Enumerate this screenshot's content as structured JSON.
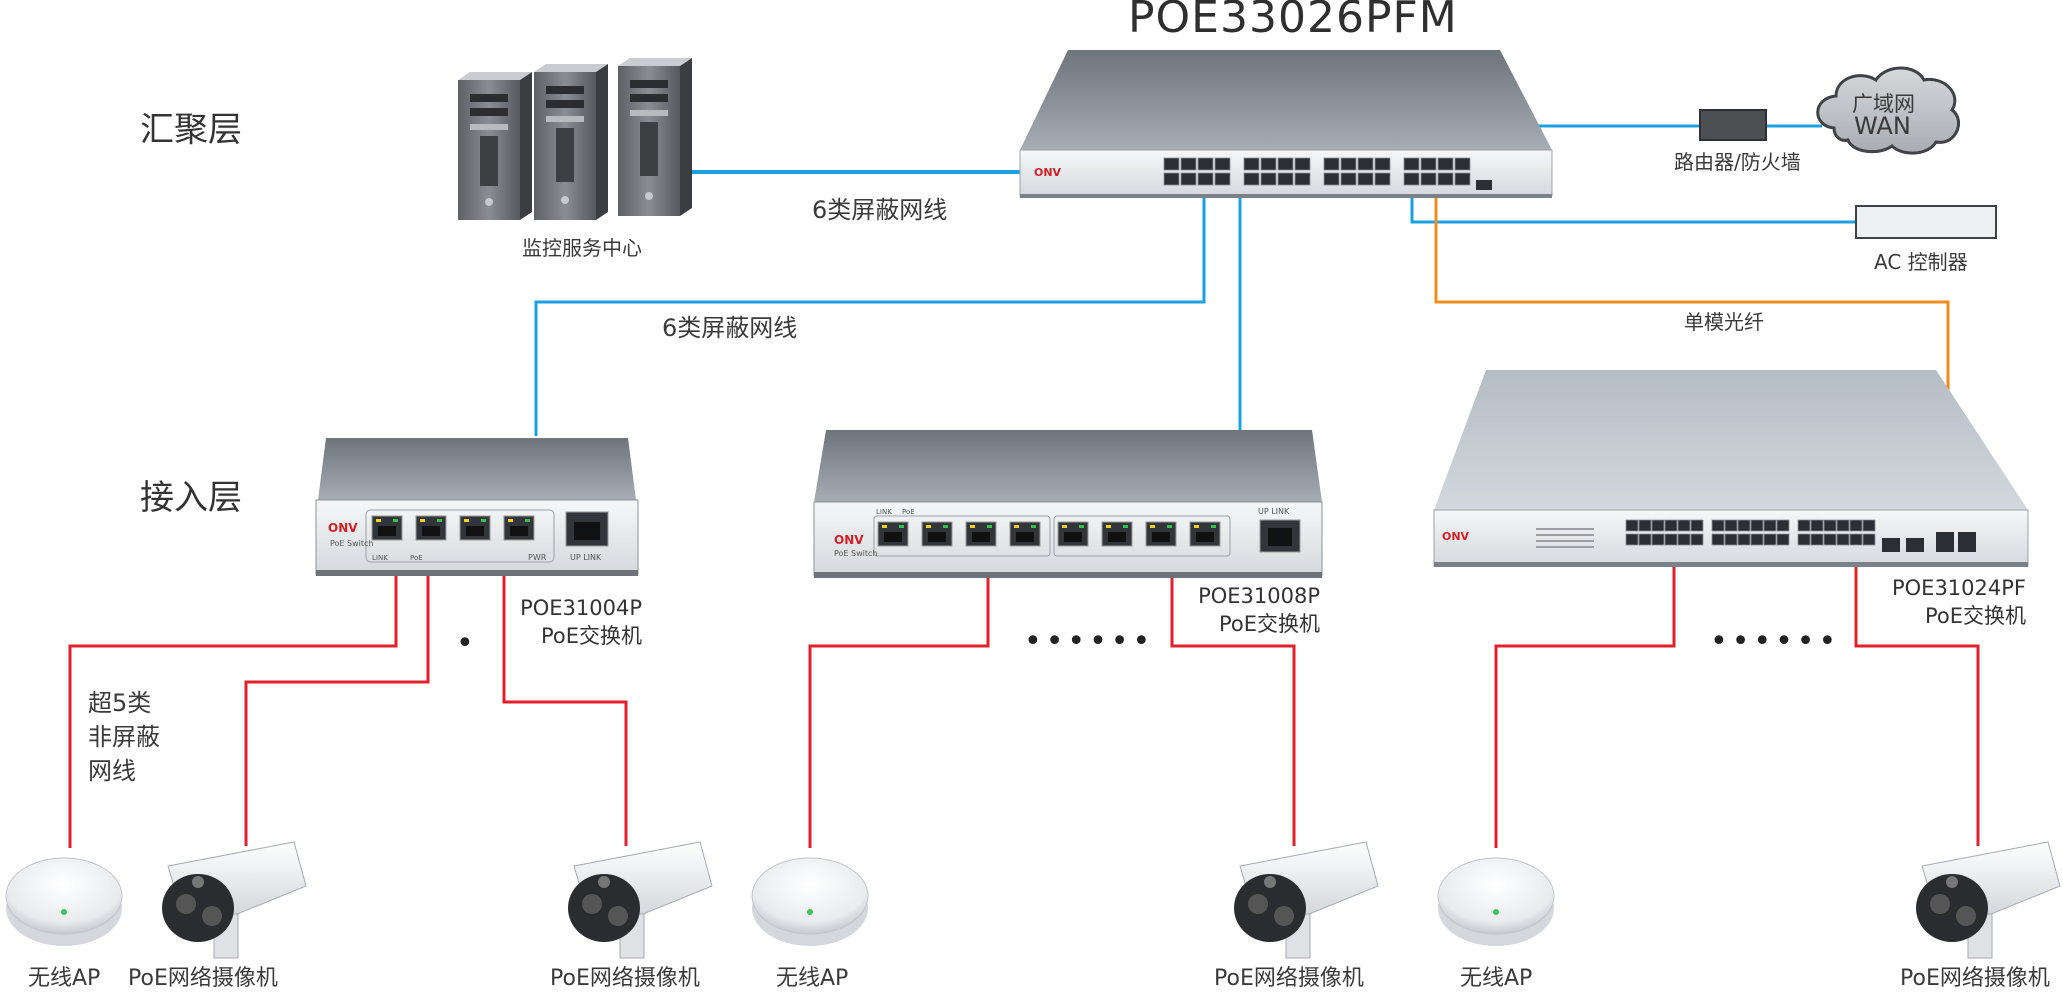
{
  "colors": {
    "fiber": "#f08c1e",
    "shielded_cable": "#1ba1e2",
    "unshielded_cable": "#e0202a",
    "switch_body": "#8e949c",
    "switch_front": "#eef0f2"
  },
  "core": {
    "title": "POE33026PFM",
    "brand": "ONV",
    "server_label": "监控服务中心",
    "cable_server_label": "6类屏蔽网线",
    "cable_access_label": "6类屏蔽网线",
    "router_label": "路由器/防火墙",
    "wan_line1": "广域网",
    "wan_line2": "WAN",
    "ac_label": "AC 控制器",
    "fiber_label": "单模光纤"
  },
  "layers": {
    "aggregation": "汇聚层",
    "access": "接入层"
  },
  "access_switches": {
    "s1": {
      "model": "POE31004P",
      "desc": "PoE交换机",
      "brand": "ONV",
      "tag": "PoE Switch",
      "pwr": "PWR",
      "uplink": "UP LINK",
      "port_link": "LINK",
      "port_poe": "PoE"
    },
    "s2": {
      "model": "POE31008P",
      "desc": "PoE交换机",
      "brand": "ONV",
      "tag": "PoE Switch",
      "uplink": "UP LINK",
      "port_link": "LINK",
      "port_poe": "PoE"
    },
    "s3": {
      "model": "POE31024PF",
      "desc": "PoE交换机",
      "brand": "ONV"
    }
  },
  "cable_note": {
    "line1": "超5类",
    "line2": "非屏蔽",
    "line3": "网线"
  },
  "ellipsis": {
    "short": "•",
    "long": "••••••"
  },
  "endpoints": {
    "ap": "无线AP",
    "camera": "PoE网络摄像机"
  }
}
